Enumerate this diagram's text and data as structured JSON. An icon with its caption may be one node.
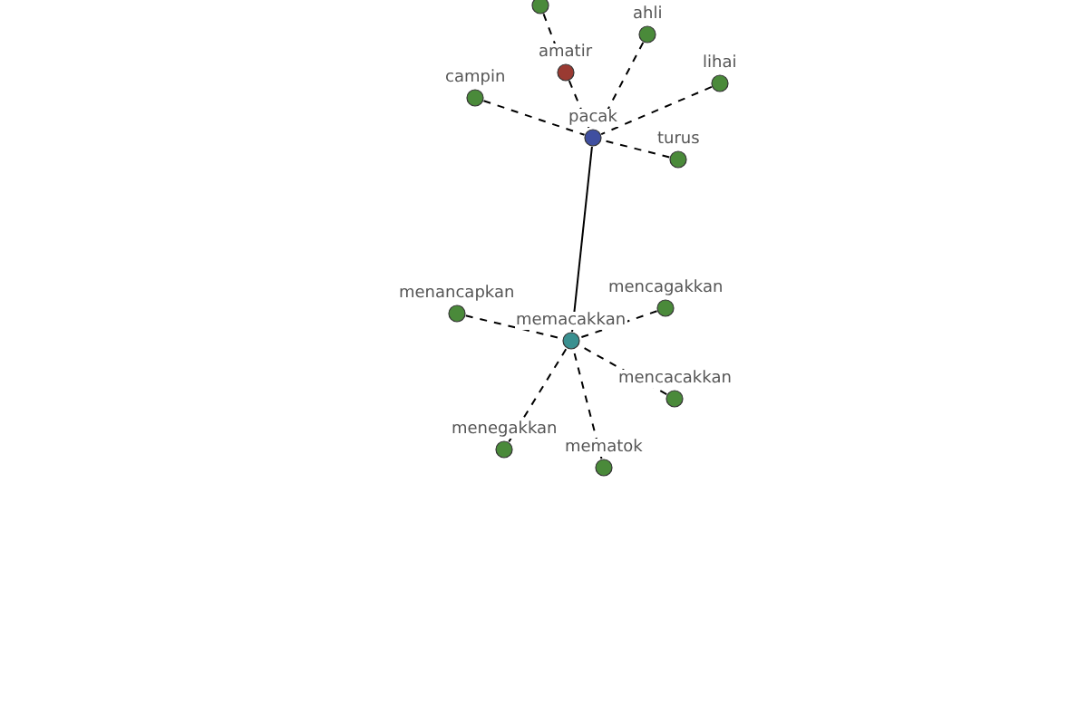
{
  "diagram": {
    "nodes": [
      {
        "text": [],
        "shape": "circle"
      },
      {
        "text": [
          "ahli"
        ]
      },
      {
        "text": [
          "amatir"
        ]
      },
      {
        "text": [
          "lihai"
        ]
      },
      {
        "text": [
          "campin"
        ]
      },
      {
        "text": [
          "pacak"
        ]
      },
      {
        "text": [
          "turus"
        ]
      },
      {
        "text": [
          "menancapkan"
        ]
      },
      {
        "text": [
          "mencagakkan"
        ]
      },
      {
        "text": [
          "memacakkan"
        ]
      },
      {
        "text": [
          "mencacakkan"
        ]
      },
      {
        "text": [
          "menegakkan"
        ]
      },
      {
        "text": [
          "mematok"
        ]
      }
    ],
    "edges": [
      {
        "from": 0,
        "to": 2,
        "arrow": "none",
        "style": "dashed"
      },
      {
        "from": 2,
        "to": 5,
        "arrow": "none",
        "style": "dashed"
      },
      {
        "from": 1,
        "to": 5,
        "arrow": "none",
        "style": "dashed"
      },
      {
        "from": 3,
        "to": 5,
        "arrow": "none",
        "style": "dashed"
      },
      {
        "from": 4,
        "to": 5,
        "arrow": "none",
        "style": "dashed"
      },
      {
        "from": 6,
        "to": 5,
        "arrow": "none",
        "style": "dashed"
      },
      {
        "from": 5,
        "to": 9,
        "arrow": "none"
      },
      {
        "from": 7,
        "to": 9,
        "arrow": "none",
        "style": "dashed"
      },
      {
        "from": 8,
        "to": 9,
        "arrow": "none",
        "style": "dashed"
      },
      {
        "from": 10,
        "to": 9,
        "arrow": "none",
        "style": "dashed"
      },
      {
        "from": 11,
        "to": 9,
        "arrow": "none",
        "style": "dashed"
      },
      {
        "from": 12,
        "to": 9,
        "arrow": "none",
        "style": "dashed"
      }
    ]
  }
}
